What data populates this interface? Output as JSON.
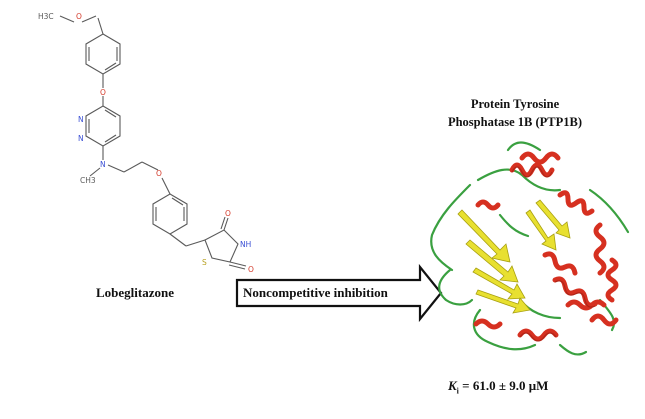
{
  "figure": {
    "drug_name": "Lobeglitazone",
    "protein_title_line1": "Protein Tyrosine",
    "protein_title_line2": "Phosphatase 1B (PTP1B)",
    "arrow_label": "Noncompetitive inhibition",
    "ki_symbol": "K",
    "ki_subscript": "i",
    "ki_value": "= 61.0 ± 9.0 μM"
  },
  "molecule_atom_labels": {
    "methoxy": "H3C",
    "ether_o1": "O",
    "ether_o2": "O",
    "n_ring1": "N",
    "n_ring2": "N",
    "n_amine": "N",
    "methyl": "CH3",
    "tzd_o_top": "O",
    "tzd_nh": "NH",
    "tzd_s": "S",
    "tzd_o_bottom": "O"
  },
  "colors": {
    "bond": "#5a5a5a",
    "oxygen": "#d43a2a",
    "nitrogen": "#3a4fd4",
    "sulfur": "#b8a020",
    "helix": "#d63020",
    "sheet": "#e8e030",
    "loop": "#3aa040"
  }
}
